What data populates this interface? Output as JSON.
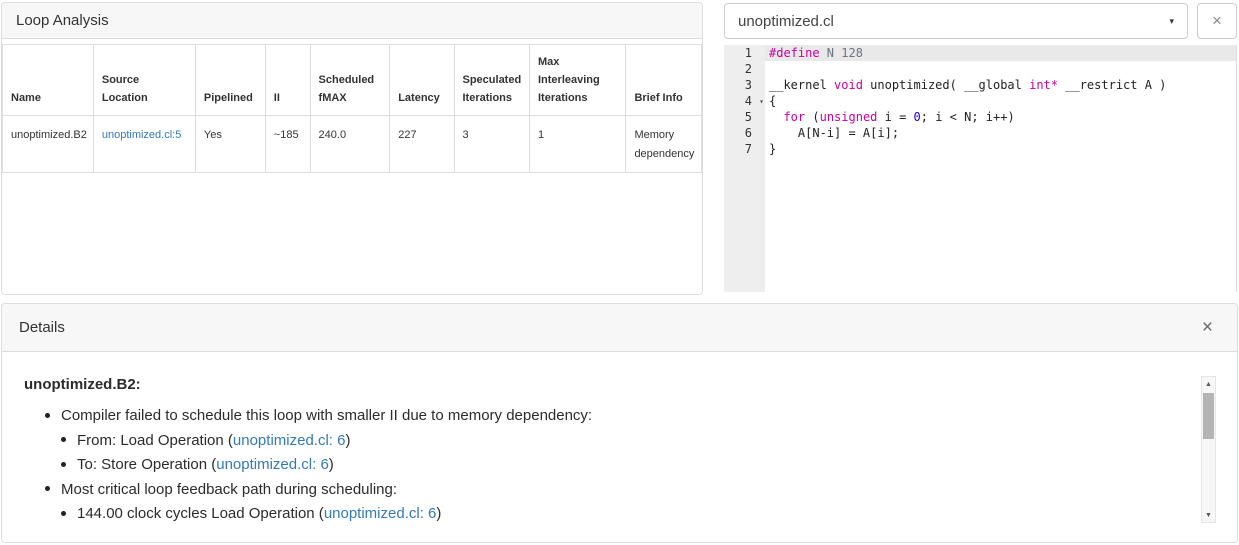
{
  "colors": {
    "link_blue": "#337ab7",
    "panel_border": "#dddddd",
    "panel_header_bg": "#f7f7f7",
    "keyword": "#c800a4",
    "number": "#1c01ce",
    "active_line_bg": "#e9e9e9"
  },
  "icons": {
    "dropdown_arrow": "▾",
    "close": "×",
    "fold": "▾",
    "scroll_up": "▲",
    "scroll_down": "▼"
  },
  "loop_analysis": {
    "title": "Loop Analysis",
    "table": {
      "columns": [
        "Name",
        "Source Location",
        "Pipelined",
        "II",
        "Scheduled fMAX",
        "Latency",
        "Speculated Iterations",
        "Max Interleaving Iterations",
        "Brief Info"
      ],
      "rows": [
        {
          "name": "unoptimized.B2",
          "source_location": "unoptimized.cl:5",
          "pipelined": "Yes",
          "ii": "~185",
          "scheduled_fmax": "240.0",
          "latency": "227",
          "speculated_iterations": "3",
          "max_interleaving_iterations": "1",
          "brief_info": "Memory dependency"
        }
      ]
    }
  },
  "code_viewer": {
    "file_selector_value": "unoptimized.cl",
    "lines": [
      {
        "num": 1,
        "active": true,
        "tokens": [
          {
            "t": "#define",
            "c": "keyword"
          },
          {
            "t": " N 128",
            "c": "meta"
          }
        ]
      },
      {
        "num": 2,
        "tokens": []
      },
      {
        "num": 3,
        "tokens": [
          {
            "t": "__kernel ",
            "c": "plain"
          },
          {
            "t": "void",
            "c": "keyword"
          },
          {
            "t": " unoptimized( __global ",
            "c": "plain"
          },
          {
            "t": "int*",
            "c": "keyword"
          },
          {
            "t": " __restrict A )",
            "c": "plain"
          }
        ]
      },
      {
        "num": 4,
        "fold": true,
        "tokens": [
          {
            "t": "{",
            "c": "plain"
          }
        ]
      },
      {
        "num": 5,
        "tokens": [
          {
            "t": "  ",
            "c": "plain"
          },
          {
            "t": "for",
            "c": "keyword"
          },
          {
            "t": " (",
            "c": "plain"
          },
          {
            "t": "unsigned",
            "c": "keyword"
          },
          {
            "t": " i = ",
            "c": "plain"
          },
          {
            "t": "0",
            "c": "number"
          },
          {
            "t": "; i < N; i++)",
            "c": "plain"
          }
        ]
      },
      {
        "num": 6,
        "tokens": [
          {
            "t": "    A[N-i] = A[i];",
            "c": "plain"
          }
        ]
      },
      {
        "num": 7,
        "tokens": [
          {
            "t": "}",
            "c": "plain"
          }
        ]
      }
    ]
  },
  "details": {
    "title": "Details",
    "heading": "unoptimized.B2:",
    "items": [
      {
        "level": 1,
        "segments": [
          {
            "text": "Compiler failed to schedule this loop with smaller II due to memory dependency:"
          }
        ]
      },
      {
        "level": 2,
        "segments": [
          {
            "text": "From: Load Operation ("
          },
          {
            "text": "unoptimized.cl: 6",
            "link": true
          },
          {
            "text": ")"
          }
        ]
      },
      {
        "level": 2,
        "segments": [
          {
            "text": "To: Store Operation ("
          },
          {
            "text": "unoptimized.cl: 6",
            "link": true
          },
          {
            "text": ")"
          }
        ]
      },
      {
        "level": 1,
        "segments": [
          {
            "text": "Most critical loop feedback path during scheduling:"
          }
        ]
      },
      {
        "level": 2,
        "segments": [
          {
            "text": "144.00 clock cycles Load Operation ("
          },
          {
            "text": "unoptimized.cl: 6",
            "link": true
          },
          {
            "text": ")"
          }
        ]
      }
    ]
  }
}
